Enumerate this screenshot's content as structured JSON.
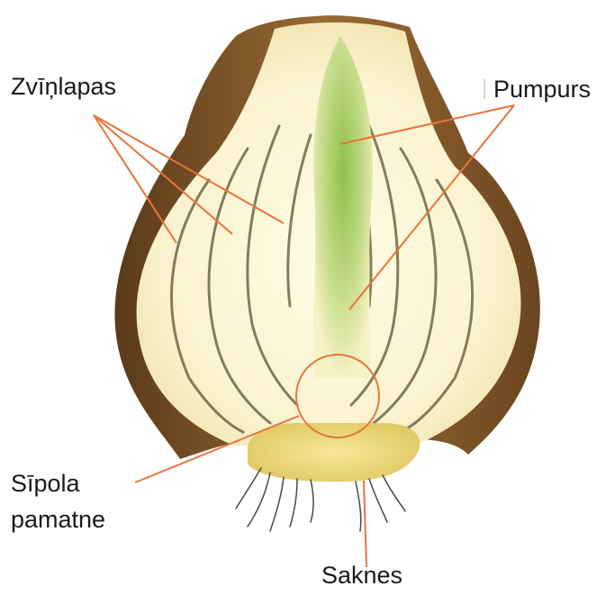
{
  "diagram": {
    "labels": {
      "scales": "Zvīņlapas",
      "bud": "Pumpurs",
      "basal_plate_line1": "Sīpola",
      "basal_plate_line2": "pamatne",
      "roots": "Saknes"
    },
    "colors": {
      "leader_line": "#e8743b",
      "outer_skin": "#8a5a2b",
      "outer_skin_dark": "#5a3a1a",
      "flesh": "#fbf6d8",
      "scale_line": "#6e6a44",
      "bud_green": "#8fbf4a",
      "basal_plate": "#f1e08a",
      "roots": "#4a4a3a"
    }
  }
}
